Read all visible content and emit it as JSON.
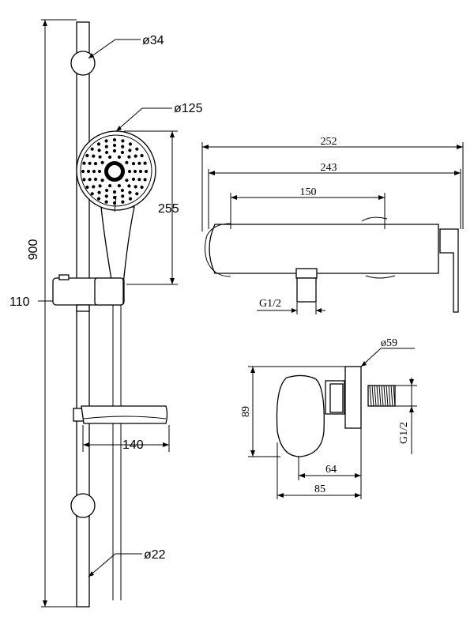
{
  "drawing": {
    "rail": {
      "rail_diameter": "ø22",
      "bracket_diameter": "ø34",
      "total_height": "900",
      "handshower_diameter": "ø125",
      "handshower_height": "255",
      "slider_depth": "110",
      "soap_dish_width": "140"
    },
    "mixer_front": {
      "overall_width": "252",
      "body_width": "243",
      "centers": "150",
      "thread": "G1/2"
    },
    "mixer_side": {
      "flange_diameter": "ø59",
      "height": "89",
      "thread": "G1/2",
      "depth_short": "64",
      "depth_total": "85"
    }
  }
}
